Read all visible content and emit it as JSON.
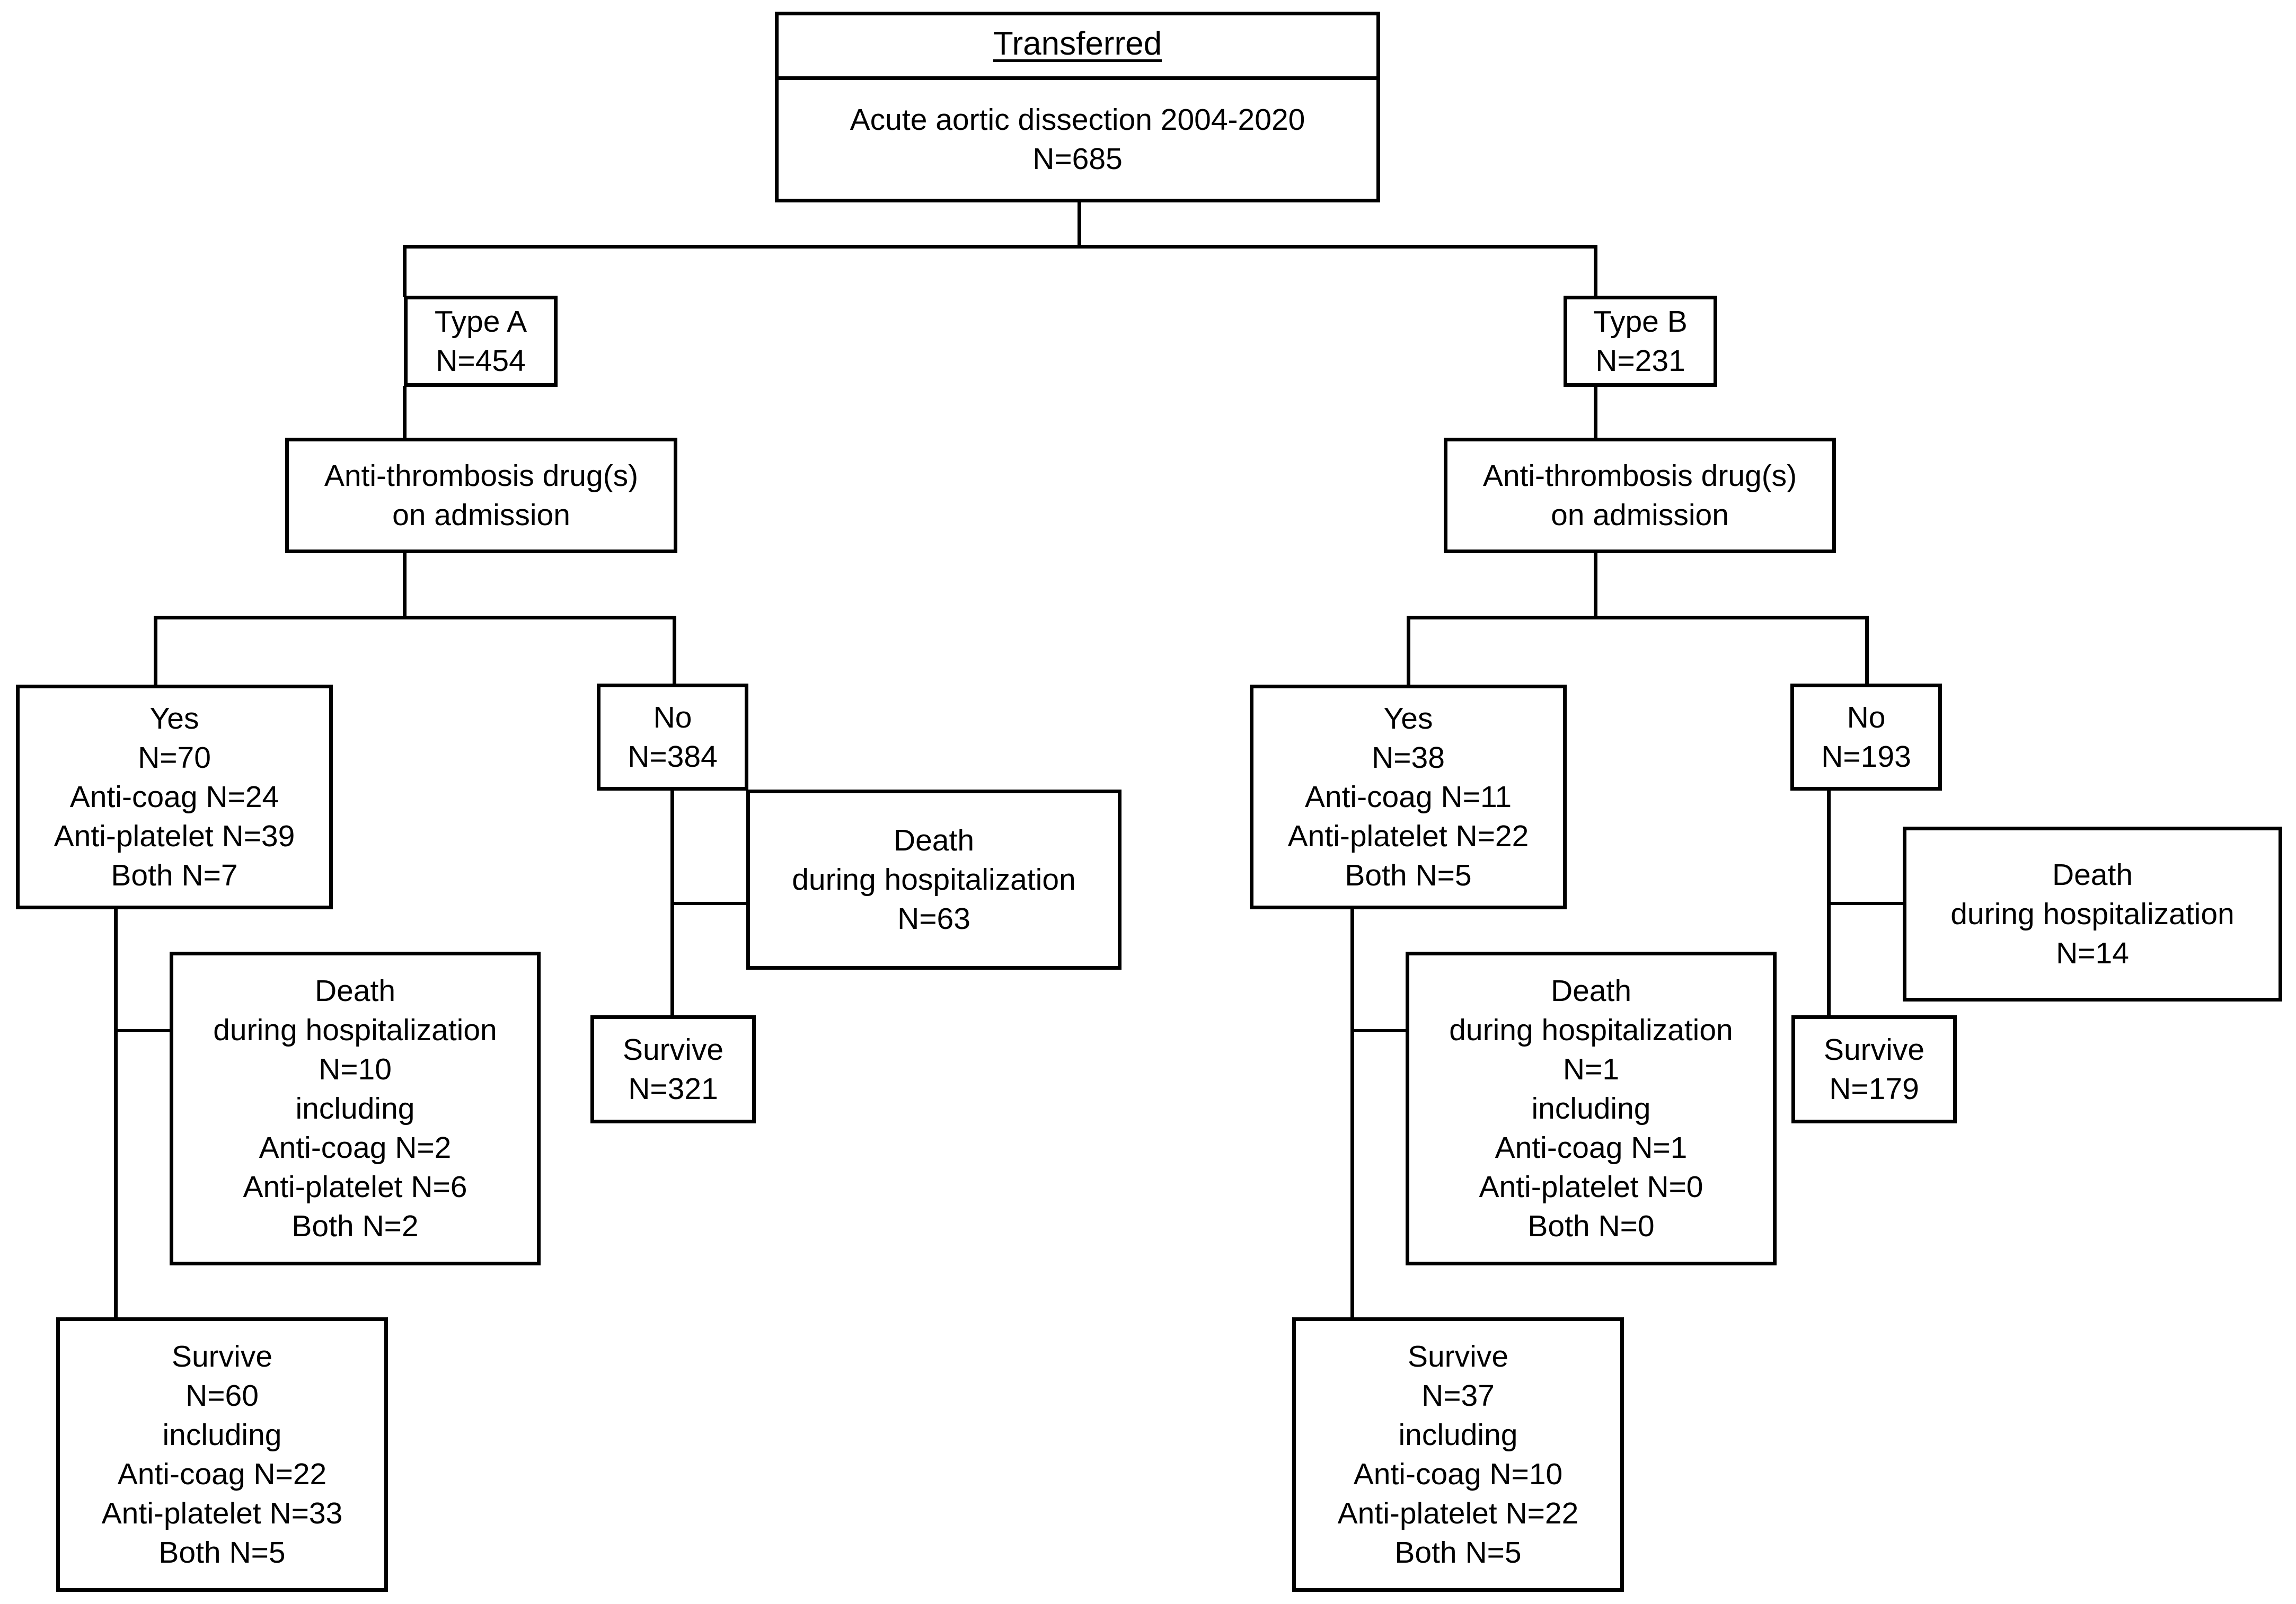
{
  "diagram": {
    "type": "patient-flow-diagram",
    "title": "Transferred",
    "line_color": "#000000",
    "background_color": "#ffffff"
  },
  "nodes": {
    "root": {
      "title": "Transferred",
      "line1": "Acute aortic dissection 2004-2020",
      "line2": "N=685"
    },
    "type_a": {
      "line1": "Type A",
      "line2": "N=454"
    },
    "type_b": {
      "line1": "Type B",
      "line2": "N=231"
    },
    "type_a_drug": {
      "line1": "Anti-thrombosis drug(s)",
      "line2": "on admission"
    },
    "type_b_drug": {
      "line1": "Anti-thrombosis drug(s)",
      "line2": "on admission"
    },
    "type_a_yes": {
      "line1": "Yes",
      "line2": "N=70",
      "line3": "Anti-coag N=24",
      "line4": "Anti-platelet N=39",
      "line5": "Both N=7"
    },
    "type_a_yes_death": {
      "line1": "Death",
      "line2": "during hospitalization",
      "line3": "N=10",
      "line4": "including",
      "line5": "Anti-coag N=2",
      "line6": "Anti-platelet N=6",
      "line7": "Both N=2"
    },
    "type_a_yes_survive": {
      "line1": "Survive",
      "line2": "N=60",
      "line3": "including",
      "line4": "Anti-coag N=22",
      "line5": "Anti-platelet N=33",
      "line6": "Both N=5"
    },
    "type_a_no": {
      "line1": "No",
      "line2": "N=384"
    },
    "type_a_no_death": {
      "line1": "Death",
      "line2": "during hospitalization",
      "line3": "N=63"
    },
    "type_a_no_survive": {
      "line1": "Survive",
      "line2": "N=321"
    },
    "type_b_yes": {
      "line1": "Yes",
      "line2": "N=38",
      "line3": "Anti-coag N=11",
      "line4": "Anti-platelet N=22",
      "line5": "Both N=5"
    },
    "type_b_yes_death": {
      "line1": "Death",
      "line2": "during hospitalization",
      "line3": "N=1",
      "line4": "including",
      "line5": "Anti-coag N=1",
      "line6": "Anti-platelet N=0",
      "line7": "Both N=0"
    },
    "type_b_yes_survive": {
      "line1": "Survive",
      "line2": "N=37",
      "line3": "including",
      "line4": "Anti-coag N=10",
      "line5": "Anti-platelet N=22",
      "line6": "Both N=5"
    },
    "type_b_no": {
      "line1": "No",
      "line2": "N=193"
    },
    "type_b_no_death": {
      "line1": "Death",
      "line2": "during hospitalization",
      "line3": "N=14"
    },
    "type_b_no_survive": {
      "line1": "Survive",
      "line2": "N=179"
    }
  }
}
